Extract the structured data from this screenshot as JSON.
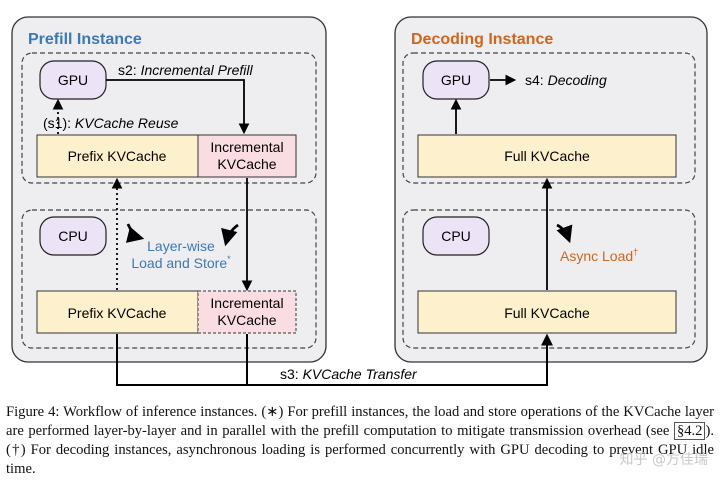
{
  "prefill": {
    "title": "Prefill Instance",
    "gpu": "GPU",
    "cpu": "CPU",
    "gpu_prefix": "Prefix KVCache",
    "gpu_incr_line1": "Incremental",
    "gpu_incr_line2": "KVCache",
    "cpu_prefix": "Prefix KVCache",
    "cpu_incr_line1": "Incremental",
    "cpu_incr_line2": "KVCache",
    "s1_label": "(s1): ",
    "s1_text": "KVCache Reuse",
    "s2_label": "s2: ",
    "s2_text": "Incremental Prefill",
    "layerwise_line1": "Layer-wise",
    "layerwise_line2": "Load and Store",
    "layerwise_mark": "*"
  },
  "decoding": {
    "title": "Decoding Instance",
    "gpu": "GPU",
    "cpu": "CPU",
    "gpu_full": "Full KVCache",
    "cpu_full": "Full KVCache",
    "s4_label": "s4: ",
    "s4_text": "Decoding",
    "async_text": "Async Load",
    "async_mark": "†"
  },
  "transfer": {
    "s3_label": "s3: ",
    "s3_text": "KVCache Transfer"
  },
  "caption": {
    "part1": "Figure 4: Workflow of inference instances. (∗) For prefill instances, the load and store operations of the KVCache layer are performed layer-by-layer and in parallel with the prefill computation to mitigate transmission overhead (see ",
    "section": "§4.2",
    "part2": "). (†) For decoding instances, asynchronous loading is performed concurrently with GPU decoding to prevent GPU idle time."
  },
  "watermark": "知乎 @方佳瑞",
  "colors": {
    "instance_bg": "#eeeef1",
    "gpu_fill": "#ece3f7",
    "kvcache_fill": "#fcf1cc",
    "incremental_fill": "#fadde3",
    "prefill_title": "#3b78b8",
    "decoding_title": "#d0661c",
    "layerwise_text": "#3b78b8",
    "async_text": "#d0661c"
  }
}
